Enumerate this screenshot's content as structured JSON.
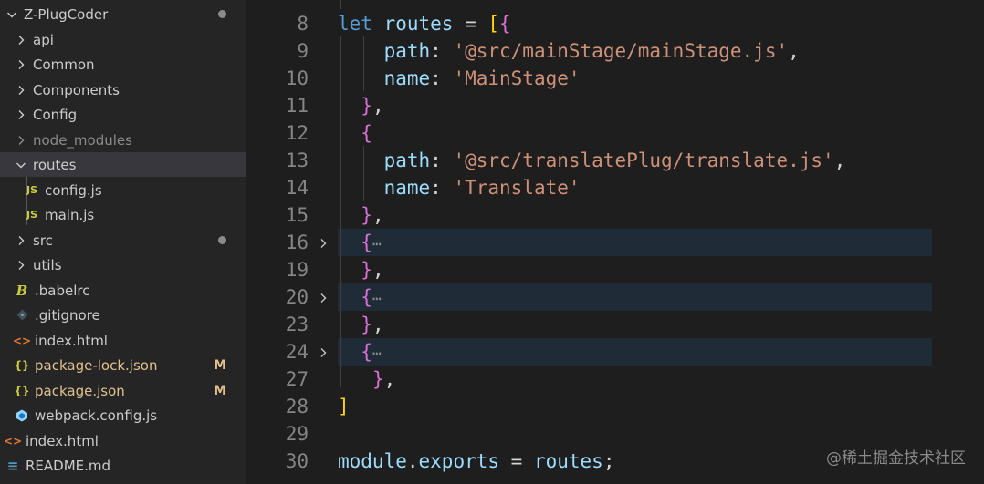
{
  "explorer": {
    "root_label": "Z-PlugCoder",
    "items": [
      {
        "label": "api",
        "kind": "folder"
      },
      {
        "label": "Common",
        "kind": "folder"
      },
      {
        "label": "Components",
        "kind": "folder"
      },
      {
        "label": "Config",
        "kind": "folder"
      },
      {
        "label": "node_modules",
        "kind": "folder"
      },
      {
        "label": "routes",
        "kind": "folder-open"
      },
      {
        "label": "config.js",
        "kind": "js"
      },
      {
        "label": "main.js",
        "kind": "js"
      },
      {
        "label": "src",
        "kind": "folder"
      },
      {
        "label": "utils",
        "kind": "folder"
      },
      {
        "label": ".babelrc",
        "kind": "babel"
      },
      {
        "label": ".gitignore",
        "kind": "git"
      },
      {
        "label": "index.html",
        "kind": "html"
      },
      {
        "label": "package-lock.json",
        "kind": "json"
      },
      {
        "label": "package.json",
        "kind": "json"
      },
      {
        "label": "webpack.config.js",
        "kind": "webpack"
      },
      {
        "label": "index.html",
        "kind": "html"
      },
      {
        "label": "README.md",
        "kind": "md"
      }
    ],
    "badges": {
      "package_lock": "M",
      "package": "M"
    },
    "icon_text": {
      "js": "JS",
      "json": "{}",
      "html": "<>",
      "babel": "B",
      "readme": "≡"
    }
  },
  "editor": {
    "line_numbers": {
      "l8": "8",
      "l9": "9",
      "l10": "10",
      "l11": "11",
      "l12": "12",
      "l13": "13",
      "l14": "14",
      "l15": "15",
      "l16": "16",
      "l19": "19",
      "l20": "20",
      "l23": "23",
      "l24": "24",
      "l27": "27",
      "l28": "28",
      "l29": "29",
      "l30": "30"
    },
    "tokens": {
      "let": "let",
      "routes": "routes",
      "eq": " = ",
      "open_bracket": "[",
      "open_brace": "{",
      "close_brace": "}",
      "comma": ",",
      "close_bracket": "]",
      "path_key": "path",
      "name_key": "name",
      "colon": ": ",
      "path1": "'@src/mainStage/mainStage.js'",
      "name1": "'MainStage'",
      "path2": "'@src/translatePlug/translate.js'",
      "name2": "'Translate'",
      "ellipsis": "⋯",
      "module": "module",
      "dot": ".",
      "exports": "exports",
      "semicolon": ";"
    }
  },
  "watermark": "@稀土掘金技术社区",
  "colors": {
    "keyword": "#569cd6",
    "variable": "#9cdcfe",
    "string": "#ce9178",
    "bracket_gold": "#ffd700",
    "bracket_pink": "#da70d6",
    "js_icon": "#cbcb41",
    "json_icon": "#cbcb41",
    "html_icon": "#e37933",
    "modified": "#e2c08d"
  }
}
